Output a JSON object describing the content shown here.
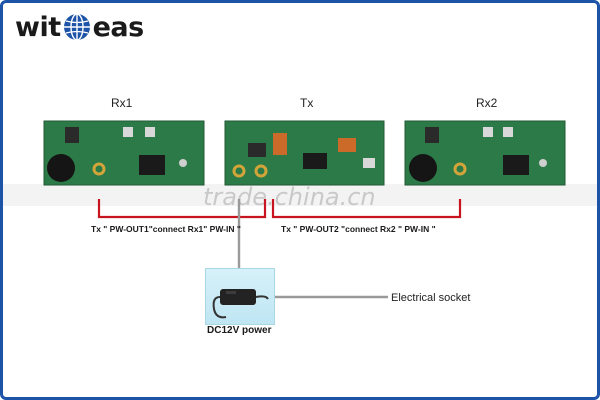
{
  "logo": {
    "prefix": "wit",
    "suffix": "eas"
  },
  "boards": [
    {
      "id": "rx1",
      "label": "Rx1"
    },
    {
      "id": "tx",
      "label": "Tx"
    },
    {
      "id": "rx2",
      "label": "Rx2"
    }
  ],
  "connections": {
    "left": "Tx \" PW-OUT1\"connect Rx1\" PW-IN \"",
    "right": "Tx \" PW-OUT2 \"connect Rx2 \" PW-IN \""
  },
  "power": {
    "label": "DC12V power"
  },
  "socket": {
    "label": "Electrical socket"
  },
  "watermark": "trade.china.cn",
  "colors": {
    "wire": "#c8141e",
    "cable": "#9a9a9a",
    "board": "#2c7a47",
    "frame": "#1e54a8"
  }
}
